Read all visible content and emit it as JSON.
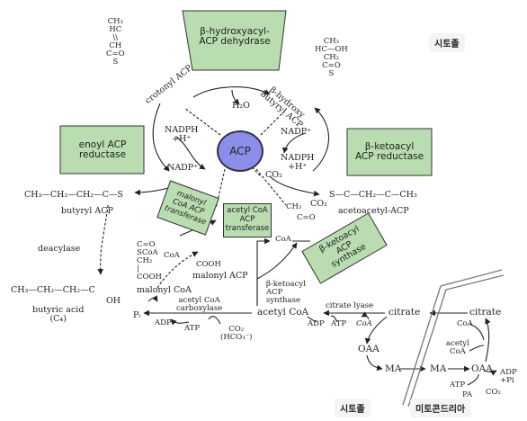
{
  "labels": {
    "cytosol_top": "시토졸",
    "cytosol_bottom": "시토졸",
    "mitochondria": "미토콘드리아"
  },
  "enzymes": {
    "hydroxyacyl_dehydrase": "β-hydroxyacyl-\nACP dehydrase",
    "enoyl_reductase": "enoyl ACP\nreductase",
    "ketoacyl_reductase": "β-ketoacyl\nACP reductase",
    "malonyl_transferase": "malonyl\nCoA ACP\ntransferase",
    "acetyl_transferase": "acetyl CoA\nACP\ntransferase",
    "ketoacyl_synthase": "β-ketoacyl\nACP\nsynthase"
  },
  "center": "ACP",
  "structures": {
    "crotonyl_formula": "CH₃\nHC\n\\\\\nCH\nC=O\nS",
    "crotonyl_label": "crotonyl ACP",
    "hydroxybutyryl_formula": "CH₃\nHC—OH\nCH₂\nC=O\nS",
    "hydroxybutyryl_label": "β-hydroxy\nbutyryl ACP",
    "butyryl_formula": "CH₃—CH₂—CH₂—C—S",
    "butyryl_label": "butyryl ACP",
    "acetoacetyl_formula": "S—C—CH₂—C—CH₃",
    "acetoacetyl_label": "acetoacetyl-ACP",
    "butyric_formula": "CH₃—CH₂—CH₂—C",
    "butyric_oh": "OH",
    "butyric_label": "butyric acid\n(C₄)",
    "malonyl_acp_label": "malonyl ACP",
    "malonyl_coa_label": "malonyl CoA",
    "malonyl_coa_formula": "C=O\nSCoA\nCH₂\n|\nCOOH",
    "malonyl_acp_formula": "COOH",
    "acetyl_ch3": "CH₃",
    "acetyl_c": "C=O"
  },
  "cofactors": {
    "h2o": "H₂O",
    "nadph_left": "NADPH\n+H⁺",
    "nadp_left": "NADP⁺",
    "nadp_right": "NADP⁺",
    "nadph_right": "NADPH\n+H⁺",
    "co2_a": "CO₂",
    "co2_b": "CO₂",
    "coa_a": "CoA",
    "coa_b": "CoA",
    "deacylase": "deacylase",
    "ketoacyl_synthase_text": "β-ketoacyl\nACP\nsynthase",
    "acc": "acetyl CoA\ncarboxylase",
    "pi": "Pᵢ",
    "adp": "ADP",
    "atp": "ATP",
    "co2_hco3": "CO₂\n(HCO₃⁻)",
    "acetyl_coa": "acetyl CoA",
    "citrate_lyase": "citrate lyase",
    "citrate_cyto": "citrate",
    "citrate_mito": "citrate",
    "cl_adp": "ADP",
    "cl_atp": "ATP",
    "cl_coa": "CoA",
    "oaa_cyto": "OAA",
    "ma_cyto": "MA",
    "ma_mito": "MA",
    "oaa_mito": "OAA",
    "coa_mito": "CoA",
    "acetyl_coa_mito": "acetyl\nCoA",
    "atp_mito": "ATP",
    "adp_pi": "ADP\n+Pi",
    "pa": "PA",
    "co2_mito": "CO₂"
  }
}
